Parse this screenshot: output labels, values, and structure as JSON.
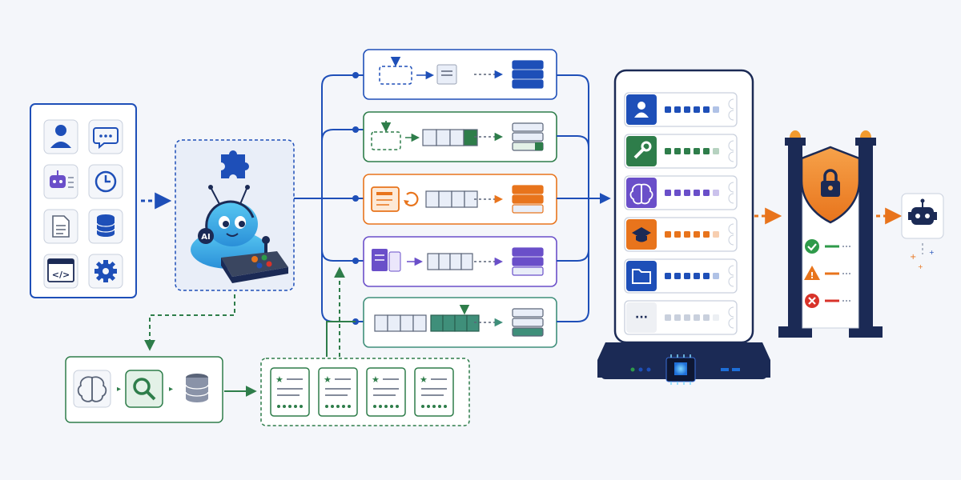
{
  "colors": {
    "background": "#f4f6fa",
    "blue": "#1e4fb8",
    "blue_light": "#dfe8fb",
    "green": "#2e7d4a",
    "green_light": "#e3f1e7",
    "orange": "#e8741c",
    "orange_light": "#fde9d6",
    "purple": "#6a4fc9",
    "purple_light": "#ebe6fb",
    "teal": "#3f8f7a",
    "navy": "#1b2a55",
    "gray": "#9aa3b5",
    "red": "#d8332a"
  },
  "assistant": {
    "badge_text": "AI"
  },
  "input_sources": {
    "icons": [
      "user-icon",
      "chat-icon",
      "bot-icon",
      "clock-icon",
      "document-icon",
      "database-icon",
      "code-icon",
      "gear-icon"
    ]
  },
  "retrieval": {
    "icons": [
      "brain-icon",
      "search-icon",
      "database-icon"
    ]
  },
  "pipelines": [
    {
      "name": "pipeline-blue",
      "color": "blue"
    },
    {
      "name": "pipeline-green",
      "color": "green"
    },
    {
      "name": "pipeline-orange",
      "color": "orange"
    },
    {
      "name": "pipeline-purple",
      "color": "purple"
    },
    {
      "name": "pipeline-teal",
      "color": "teal"
    }
  ],
  "skill_slots": [
    {
      "icon": "user-icon",
      "color": "blue"
    },
    {
      "icon": "wrench-icon",
      "color": "green"
    },
    {
      "icon": "brain-icon",
      "color": "purple"
    },
    {
      "icon": "graduation-cap-icon",
      "color": "orange"
    },
    {
      "icon": "folder-icon",
      "color": "blue"
    },
    {
      "icon": "more-icon",
      "color": "gray"
    }
  ],
  "checks": [
    {
      "status": "pass",
      "icon": "check-circle-icon",
      "color": "#2e9a4a"
    },
    {
      "status": "warning",
      "icon": "warning-icon",
      "color": "#e8741c"
    },
    {
      "status": "fail",
      "icon": "x-circle-icon",
      "color": "#d8332a"
    }
  ],
  "output": {
    "icon": "robot-icon"
  },
  "labels": {
    "more_glyph": "···",
    "code_glyph": "</>",
    "chat_glyph": "···"
  }
}
